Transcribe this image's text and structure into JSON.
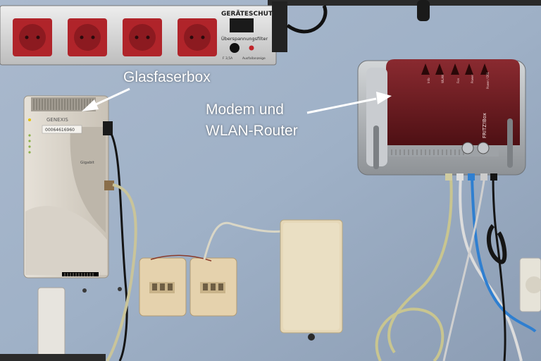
{
  "annotations": {
    "fiber_box_label": "Glasfaserbox",
    "router_label_line1": "Modem und",
    "router_label_line2": "WLAN-Router"
  },
  "power_strip": {
    "brand_text": "GERÄTESCHUTZ",
    "filter_text": "Überspannungsfilter",
    "fuse_text": "F 3,5A",
    "switch_text": "Ausfallanzeige"
  },
  "fiber_box": {
    "brand_text": "GENEXIS",
    "serial_text": "00064616960",
    "model_text": "Gigabit"
  },
  "router": {
    "brand_text": "FRITZ!Box",
    "led_labels": [
      "Info",
      "WLAN",
      "Fon",
      "Power",
      "Power / DSL"
    ]
  },
  "colors": {
    "wall": "#9fb0c6",
    "router_red": "#6b1a1f",
    "router_silver": "#b8bcc0",
    "annotation_text": "#ffffff"
  }
}
